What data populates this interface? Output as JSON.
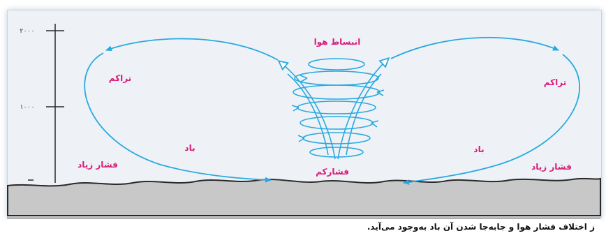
{
  "axis": {
    "ticks": [
      "۲۰۰۰",
      "۱۰۰۰"
    ]
  },
  "labels": {
    "expansion": "انبساط هوا",
    "accumulation": "تراکم",
    "wind": "باد",
    "high_pressure": "فشار زیاد",
    "low_pressure": "فشارکم"
  },
  "caption": "ز اختلاف فشار هوا و جابه‌جا شدن آن باد به‌وجود می‌آید.",
  "colors": {
    "arrow": "#29a9e0",
    "label": "#d81b7a",
    "ground": "#c8c8c8",
    "panel": "#eef2f6"
  }
}
